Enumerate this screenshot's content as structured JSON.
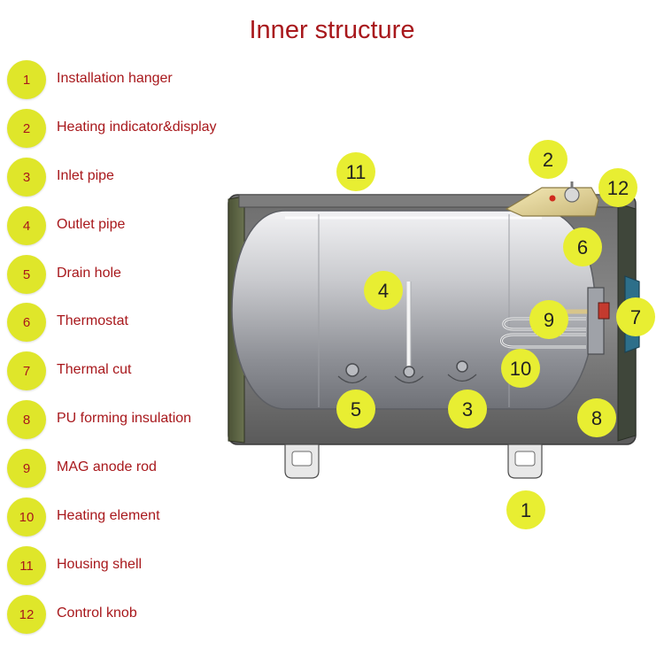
{
  "title": "Inner structure",
  "colors": {
    "title": "#a8181c",
    "badge": "#dfe62a",
    "label": "#a8181c",
    "callout": "#e8ee32"
  },
  "legend": [
    {
      "num": "1",
      "label": "Installation hanger"
    },
    {
      "num": "2",
      "label": "Heating indicator&display"
    },
    {
      "num": "3",
      "label": "Inlet pipe"
    },
    {
      "num": "4",
      "label": "Outlet pipe"
    },
    {
      "num": "5",
      "label": "Drain hole"
    },
    {
      "num": "6",
      "label": "Thermostat"
    },
    {
      "num": "7",
      "label": "Thermal cut"
    },
    {
      "num": "8",
      "label": "PU forming insulation"
    },
    {
      "num": "9",
      "label": "MAG anode rod"
    },
    {
      "num": "10",
      "label": "Heating element"
    },
    {
      "num": "11",
      "label": "Housing shell"
    },
    {
      "num": "12",
      "label": "Control knob"
    }
  ],
  "callouts": [
    "11",
    "2",
    "12",
    "6",
    "4",
    "9",
    "7",
    "10",
    "5",
    "3",
    "8",
    "1"
  ]
}
